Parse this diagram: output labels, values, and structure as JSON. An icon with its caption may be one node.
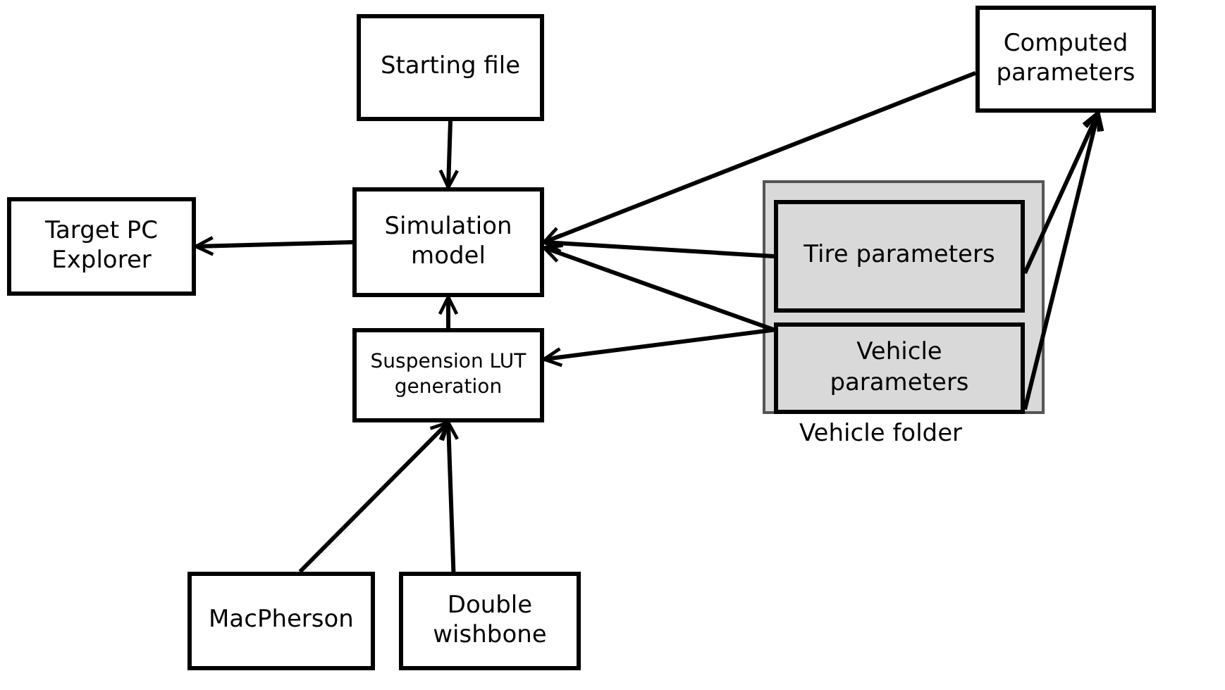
{
  "diagram": {
    "nodes": [
      {
        "text": [
          "Starting file"
        ]
      },
      {
        "text": [
          "Computed parameters"
        ]
      },
      {
        "text": [
          "Target PC Explorer"
        ]
      },
      {
        "text": [
          "Simulation model"
        ]
      },
      {
        "text": [
          "Vehicle folder"
        ]
      },
      {
        "text": [
          "Tire parameters"
        ],
        "in": 4
      },
      {
        "text": [
          "Vehicle parameters"
        ],
        "in": 4
      },
      {
        "text": [
          "Suspension LUT generation"
        ]
      },
      {
        "text": [
          "MacPherson"
        ]
      },
      {
        "text": [
          "Double wishbone"
        ]
      }
    ],
    "edges": [
      {
        "from": 0,
        "to": 3,
        "arrow": "to"
      },
      {
        "from": 3,
        "to": 2,
        "arrow": "to"
      },
      {
        "from": 1,
        "to": 3,
        "arrow": "to"
      },
      {
        "from": 5,
        "to": 3,
        "arrow": "to"
      },
      {
        "from": 6,
        "to": 3,
        "arrow": "to"
      },
      {
        "from": 5,
        "to": 1,
        "arrow": "to"
      },
      {
        "from": 6,
        "to": 1,
        "arrow": "to"
      },
      {
        "from": 6,
        "to": 7,
        "arrow": "to"
      },
      {
        "from": 7,
        "to": 3,
        "arrow": "to"
      },
      {
        "from": 8,
        "to": 7,
        "arrow": "to"
      },
      {
        "from": 9,
        "to": 7,
        "arrow": "to"
      }
    ]
  }
}
